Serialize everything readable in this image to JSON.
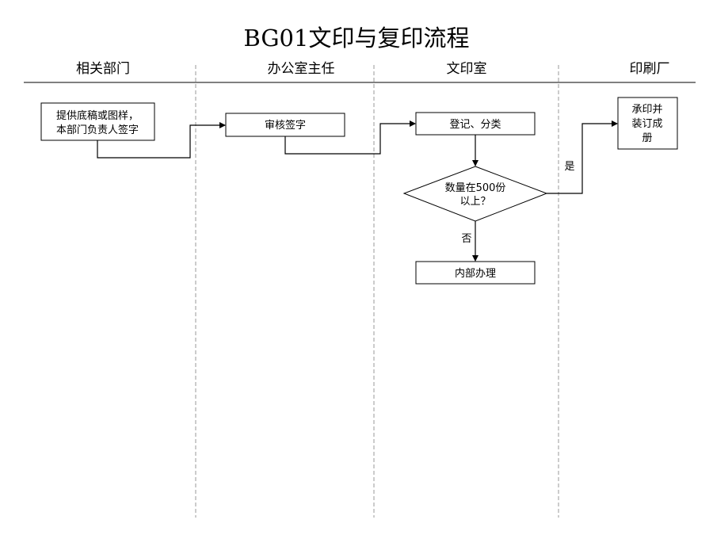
{
  "title": "BG01文印与复印流程",
  "colors": {
    "rule": "#808080",
    "divider": "#999999",
    "stroke": "#000000",
    "background": "#ffffff"
  },
  "lanes": [
    {
      "id": "dept",
      "label": "相关部门"
    },
    {
      "id": "office",
      "label": "办公室主任"
    },
    {
      "id": "printroom",
      "label": "文印室"
    },
    {
      "id": "factory",
      "label": "印刷厂"
    }
  ],
  "nodes": {
    "provide": {
      "shape": "rect",
      "lane": "dept",
      "lines": [
        "提供底稿或图样，",
        "本部门负责人签字"
      ]
    },
    "review": {
      "shape": "rect",
      "lane": "office",
      "lines": [
        "审核签字"
      ]
    },
    "register": {
      "shape": "rect",
      "lane": "printroom",
      "lines": [
        "登记、分类"
      ]
    },
    "decision": {
      "shape": "diamond",
      "lane": "printroom",
      "lines": [
        "数量在500份",
        "以上？"
      ]
    },
    "internal": {
      "shape": "rect",
      "lane": "printroom",
      "lines": [
        "内部办理"
      ]
    },
    "printbind": {
      "shape": "rect",
      "lane": "factory",
      "lines": [
        "承印并",
        "装订成",
        "册"
      ]
    }
  },
  "edges": [
    {
      "from": "provide",
      "to": "review",
      "label": ""
    },
    {
      "from": "review",
      "to": "register",
      "label": ""
    },
    {
      "from": "register",
      "to": "decision",
      "label": ""
    },
    {
      "from": "decision",
      "to": "printbind",
      "label": "是"
    },
    {
      "from": "decision",
      "to": "internal",
      "label": "否"
    }
  ]
}
